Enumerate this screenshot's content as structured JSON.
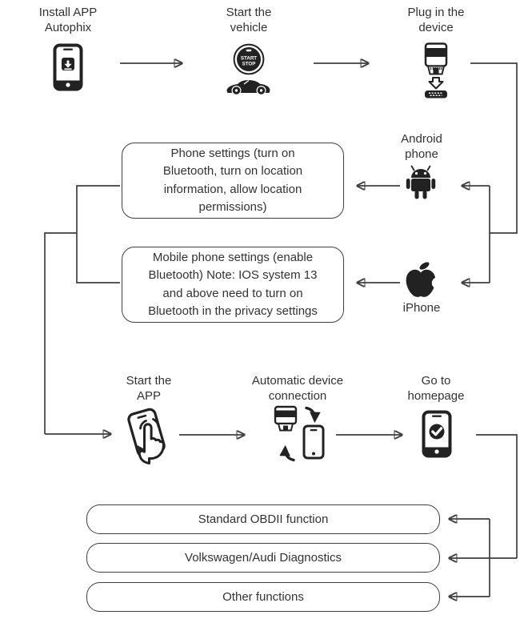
{
  "nodes": {
    "install_app": {
      "line1": "Install APP",
      "line2": "Autophix"
    },
    "start_vehicle": {
      "line1": "Start the",
      "line2": "vehicle"
    },
    "plug_device": {
      "line1": "Plug in the",
      "line2": "device"
    },
    "android_phone": {
      "line1": "Android",
      "line2": "phone"
    },
    "iphone": {
      "line1": "iPhone"
    },
    "start_app": {
      "line1": "Start the",
      "line2": "APP"
    },
    "auto_connection": {
      "line1": "Automatic device",
      "line2": "connection"
    },
    "go_homepage": {
      "line1": "Go to",
      "line2": "homepage"
    }
  },
  "start_button": {
    "top": "START",
    "bottom": "STOP"
  },
  "callouts": {
    "android_settings": {
      "lines": [
        "Phone settings (turn on",
        "Bluetooth, turn on location",
        "information, allow location",
        "permissions)"
      ]
    },
    "iphone_settings": {
      "lines": [
        "Mobile phone settings (enable",
        "Bluetooth) Note: IOS system 13",
        "and above need to turn on",
        "Bluetooth in the privacy settings"
      ]
    }
  },
  "functions": [
    {
      "label": "Standard OBDII function"
    },
    {
      "label": "Volkswagen/Audi Diagnostics"
    },
    {
      "label": "Other functions"
    }
  ],
  "icons": {
    "install-phone-icon": "smartphone with app download arrow",
    "start-stop-button-icon": "engine START/STOP push button",
    "car-icon": "car side silhouette",
    "obd-device-icon": "OBD dongle",
    "plug-arrow-icon": "hollow down arrow",
    "obd-port-icon": "OBD-II socket",
    "android-robot-icon": "Android robot",
    "apple-logo-icon": "Apple logo",
    "tap-phone-icon": "hand tapping a phone",
    "device-sync-icon": "OBD dongle syncing with a phone",
    "homepage-phone-icon": "phone with check mark"
  },
  "colors": {
    "ink": "#222222",
    "line": "#3f3f3f",
    "text": "#323232",
    "background": "#ffffff"
  }
}
